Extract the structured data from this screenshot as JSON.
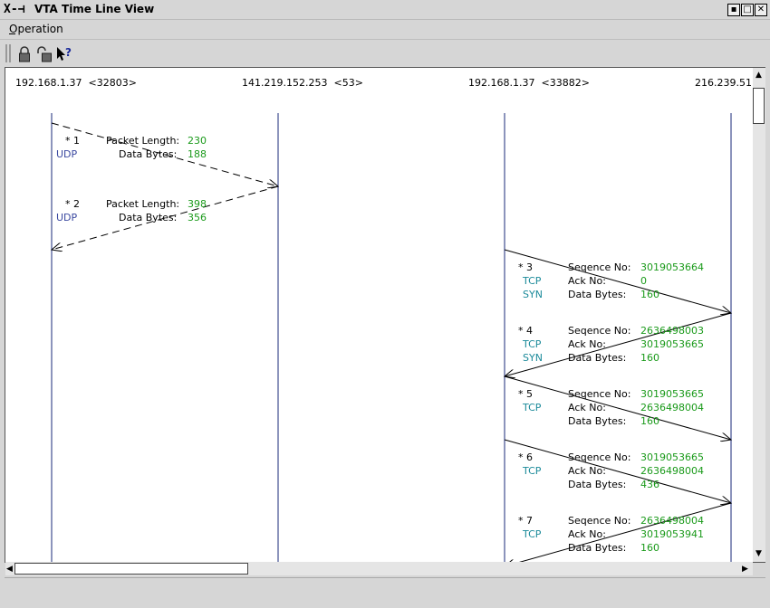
{
  "window": {
    "title": "VTA Time Line View",
    "app_icon": "X-⊣"
  },
  "menu": {
    "items": [
      "Operation"
    ]
  },
  "toolbar": {
    "buttons": [
      "lock-icon",
      "unlock-icon",
      "context-help-icon"
    ]
  },
  "hosts": [
    {
      "ip": "192.168.1.37",
      "port": "<32803>"
    },
    {
      "ip": "141.219.152.253",
      "port": "<53>"
    },
    {
      "ip": "192.168.1.37",
      "port": "<33882>"
    },
    {
      "ip": "216.239.51.",
      "port": ""
    }
  ],
  "packets": [
    {
      "num": "* 1",
      "proto": "UDP",
      "flag": "",
      "f1_label": "Packet Length:",
      "f1_value": "230",
      "f2_label": "Data Bytes:",
      "f2_value": "188"
    },
    {
      "num": "* 2",
      "proto": "UDP",
      "flag": "",
      "f1_label": "Packet Length:",
      "f1_value": "398",
      "f2_label": "Data Bytes:",
      "f2_value": "356"
    },
    {
      "num": "* 3",
      "proto": "TCP",
      "flag": "SYN",
      "f1_label": "Seqence No:",
      "f1_value": "3019053664",
      "f2_label": "Ack No:",
      "f2_value": "0",
      "f3_label": "Data Bytes:",
      "f3_value": "160"
    },
    {
      "num": "* 4",
      "proto": "TCP",
      "flag": "SYN",
      "f1_label": "Seqence No:",
      "f1_value": "2636498003",
      "f2_label": "Ack No:",
      "f2_value": "3019053665",
      "f3_label": "Data Bytes:",
      "f3_value": "160"
    },
    {
      "num": "* 5",
      "proto": "TCP",
      "flag": "",
      "f1_label": "Seqence No:",
      "f1_value": "3019053665",
      "f2_label": "Ack No:",
      "f2_value": "2636498004",
      "f3_label": "Data Bytes:",
      "f3_value": "160"
    },
    {
      "num": "* 6",
      "proto": "TCP",
      "flag": "",
      "f1_label": "Seqence No:",
      "f1_value": "3019053665",
      "f2_label": "Ack No:",
      "f2_value": "2636498004",
      "f3_label": "Data Bytes:",
      "f3_value": "436"
    },
    {
      "num": "* 7",
      "proto": "TCP",
      "flag": "",
      "f1_label": "Seqence No:",
      "f1_value": "2636498004",
      "f2_label": "Ack No:",
      "f2_value": "3019053941",
      "f3_label": "Data Bytes:",
      "f3_value": "160"
    }
  ],
  "colors": {
    "value": "#1a9a1a",
    "udp": "#3a48a0",
    "tcp": "#1b8a9a",
    "lifeline": "#1a2a7a"
  }
}
